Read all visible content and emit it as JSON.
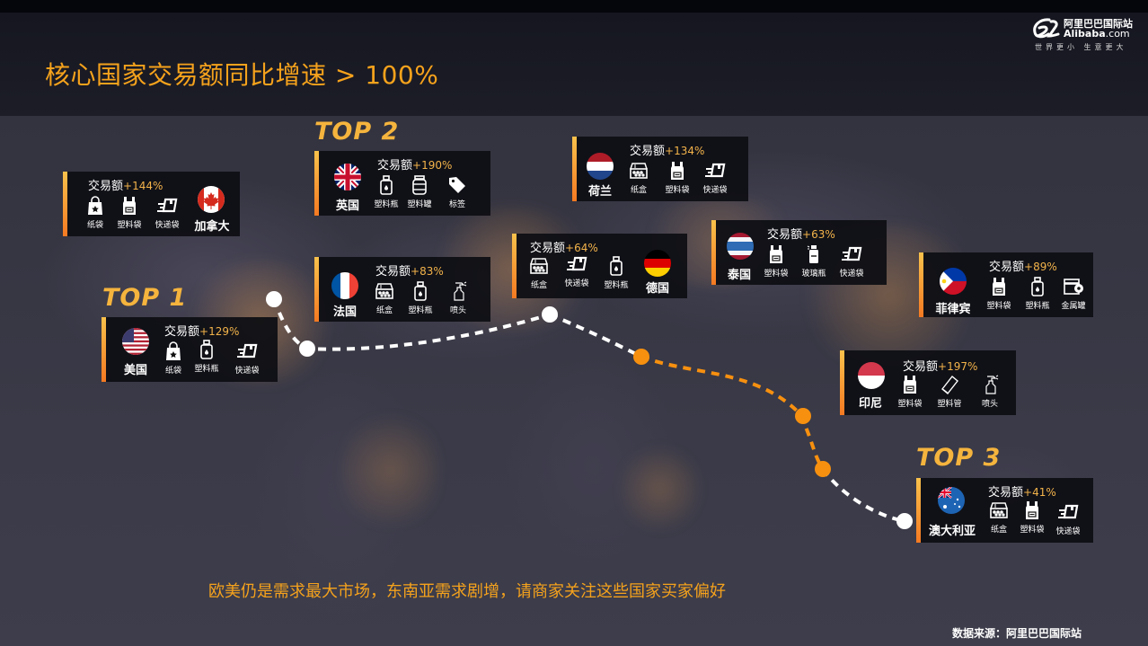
{
  "header": {
    "title": "核心国家交易额同比增速  > 100%"
  },
  "logo": {
    "cn": "阿里巴巴国际站",
    "en_brand": "Alibaba",
    "en_domain": ".com",
    "slogan": "世界更小 生意更大"
  },
  "colors": {
    "accent_orange": "#f5a21c",
    "pct_gold": "#f3b34a",
    "top_label": "#f5b43d",
    "card_bg": "#0e0f14",
    "bar_top": "#f9c24b",
    "bar_bottom": "#f57a22",
    "route_white": "#ffffff",
    "route_orange": "#f7900f"
  },
  "rank_labels": [
    "TOP 1",
    "TOP 2",
    "TOP 3"
  ],
  "cards": [
    {
      "id": "canada",
      "country": "加拿大",
      "trade_label": "交易额",
      "growth": "+144%",
      "flag": "canada-flag",
      "items": [
        {
          "icon": "paper-bag-icon",
          "label": "纸袋"
        },
        {
          "icon": "plastic-bag-icon",
          "label": "塑料袋"
        },
        {
          "icon": "express-bag-icon",
          "label": "快递袋"
        }
      ]
    },
    {
      "id": "uk",
      "country": "英国",
      "trade_label": "交易额",
      "growth": "+190%",
      "flag": "uk-flag",
      "rank": "TOP 2",
      "items": [
        {
          "icon": "plastic-bottle-icon",
          "label": "塑料瓶"
        },
        {
          "icon": "plastic-jar-icon",
          "label": "塑料罐"
        },
        {
          "icon": "tag-icon",
          "label": "标签"
        }
      ]
    },
    {
      "id": "netherlands",
      "country": "荷兰",
      "trade_label": "交易额",
      "growth": "+134%",
      "flag": "netherlands-flag",
      "items": [
        {
          "icon": "paper-box-icon",
          "label": "纸盒"
        },
        {
          "icon": "plastic-bag-icon",
          "label": "塑料袋"
        },
        {
          "icon": "express-bag-icon",
          "label": "快递袋"
        }
      ]
    },
    {
      "id": "france",
      "country": "法国",
      "trade_label": "交易额",
      "growth": "+83%",
      "flag": "france-flag",
      "items": [
        {
          "icon": "paper-box-icon",
          "label": "纸盒"
        },
        {
          "icon": "plastic-bottle-icon",
          "label": "塑料瓶"
        },
        {
          "icon": "spray-nozzle-icon",
          "label": "喷头"
        }
      ]
    },
    {
      "id": "germany",
      "country": "德国",
      "trade_label": "交易额",
      "growth": "+64%",
      "flag": "germany-flag",
      "items": [
        {
          "icon": "paper-box-icon",
          "label": "纸盒"
        },
        {
          "icon": "express-bag-icon",
          "label": "快递袋"
        },
        {
          "icon": "plastic-bottle-icon",
          "label": "塑料瓶"
        }
      ]
    },
    {
      "id": "thailand",
      "country": "泰国",
      "trade_label": "交易额",
      "growth": "+63%",
      "flag": "thailand-flag",
      "items": [
        {
          "icon": "plastic-bag-icon",
          "label": "塑料袋"
        },
        {
          "icon": "glass-bottle-icon",
          "label": "玻璃瓶"
        },
        {
          "icon": "express-bag-icon",
          "label": "快递袋"
        }
      ]
    },
    {
      "id": "philippines",
      "country": "菲律宾",
      "trade_label": "交易额",
      "growth": "+89%",
      "flag": "philippines-flag",
      "items": [
        {
          "icon": "plastic-bag-icon",
          "label": "塑料袋"
        },
        {
          "icon": "plastic-bottle-icon",
          "label": "塑料瓶"
        },
        {
          "icon": "metal-can-icon",
          "label": "金属罐"
        }
      ]
    },
    {
      "id": "usa",
      "country": "美国",
      "trade_label": "交易额",
      "growth": "+129%",
      "flag": "usa-flag",
      "rank": "TOP 1",
      "items": [
        {
          "icon": "paper-bag-icon",
          "label": "纸袋"
        },
        {
          "icon": "plastic-bottle-icon",
          "label": "塑料瓶"
        },
        {
          "icon": "express-bag-icon",
          "label": "快递袋"
        }
      ]
    },
    {
      "id": "indonesia",
      "country": "印尼",
      "trade_label": "交易额",
      "growth": "+197%",
      "flag": "indonesia-flag",
      "items": [
        {
          "icon": "plastic-bag-icon",
          "label": "塑料袋"
        },
        {
          "icon": "plastic-tube-icon",
          "label": "塑料管"
        },
        {
          "icon": "spray-nozzle-icon",
          "label": "喷头"
        }
      ]
    },
    {
      "id": "australia",
      "country": "澳大利亚",
      "trade_label": "交易额",
      "growth": "+41%",
      "flag": "australia-flag",
      "rank": "TOP 3",
      "items": [
        {
          "icon": "paper-box-icon",
          "label": "纸盒"
        },
        {
          "icon": "plastic-bag-icon",
          "label": "塑料袋"
        },
        {
          "icon": "express-bag-icon",
          "label": "快递袋"
        }
      ]
    }
  ],
  "footer": {
    "note": "欧美仍是需求最大市场，东南亚需求剧增，请商家关注这些国家买家偏好",
    "source": "数据来源：阿里巴巴国际站"
  }
}
